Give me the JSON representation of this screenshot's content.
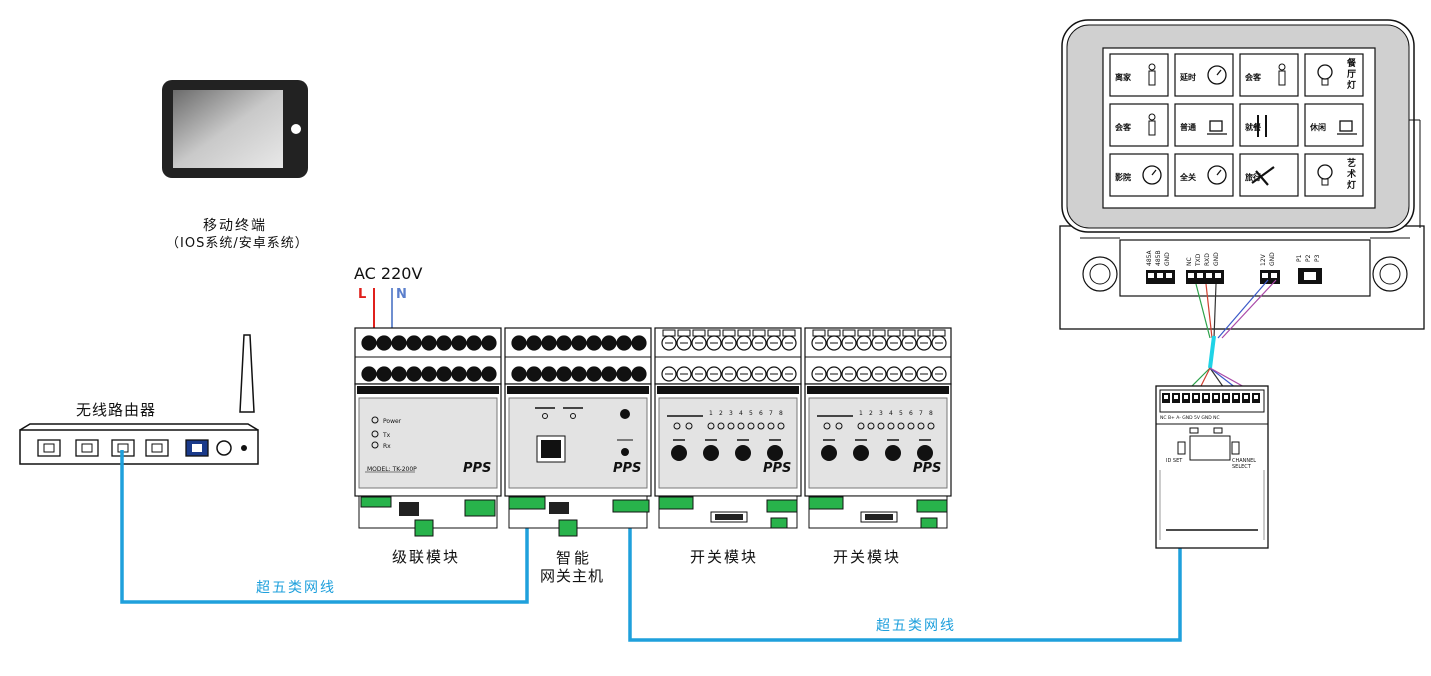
{
  "labels": {
    "mobile_title": "移动终端",
    "mobile_sub": "（IOS系统/安卓系统）",
    "router": "无线路由器",
    "ac": "AC 220V",
    "line_l": "L",
    "line_n": "N",
    "cascade_module": "级联模块",
    "gateway_line1": "智能",
    "gateway_line2": "网关主机",
    "switch_module_1": "开关模块",
    "switch_module_2": "开关模块",
    "cable_1": "超五类网线",
    "cable_2": "超五类网线"
  },
  "module_text": {
    "brand": "PPS",
    "model": "MODEL: TK-200P",
    "led_power": "Power",
    "led_tx": "Tx",
    "led_rx": "Rx",
    "channels": [
      "1",
      "2",
      "3",
      "4",
      "5",
      "6",
      "7",
      "8"
    ]
  },
  "panel": {
    "buttons": [
      {
        "label": "离家",
        "icon": "leave-home-icon"
      },
      {
        "label": "延时",
        "icon": "timer-icon"
      },
      {
        "label": "会客",
        "icon": "guests-icon"
      },
      {
        "label": "餐厅灯",
        "icon": "bulb-icon"
      },
      {
        "label": "会客",
        "icon": "guests-icon"
      },
      {
        "label": "普通",
        "icon": "coffee-icon"
      },
      {
        "label": "就餐",
        "icon": "cutlery-icon"
      },
      {
        "label": "休闲",
        "icon": "coffee-icon"
      },
      {
        "label": "影院",
        "icon": "film-reel-icon"
      },
      {
        "label": "全关",
        "icon": "power-icon"
      },
      {
        "label": "旅行",
        "icon": "airplane-icon"
      },
      {
        "label": "艺术灯",
        "icon": "bulb-icon"
      }
    ],
    "terminals": [
      "485A",
      "485B",
      "GND",
      "NC",
      "TXD",
      "RXD",
      "GND",
      "12V",
      "GND",
      "P1",
      "P2",
      "P3"
    ]
  },
  "converter": {
    "id_set": "ID SET",
    "channel_select": "CHANNEL SELECT",
    "pins": "NC B+ A- GND      5V  GND      NC"
  },
  "colors": {
    "cable": "#1fa0dc",
    "live": "#e0201c",
    "neutral": "#6f8fd0",
    "terminal_green": "#28b34b"
  }
}
